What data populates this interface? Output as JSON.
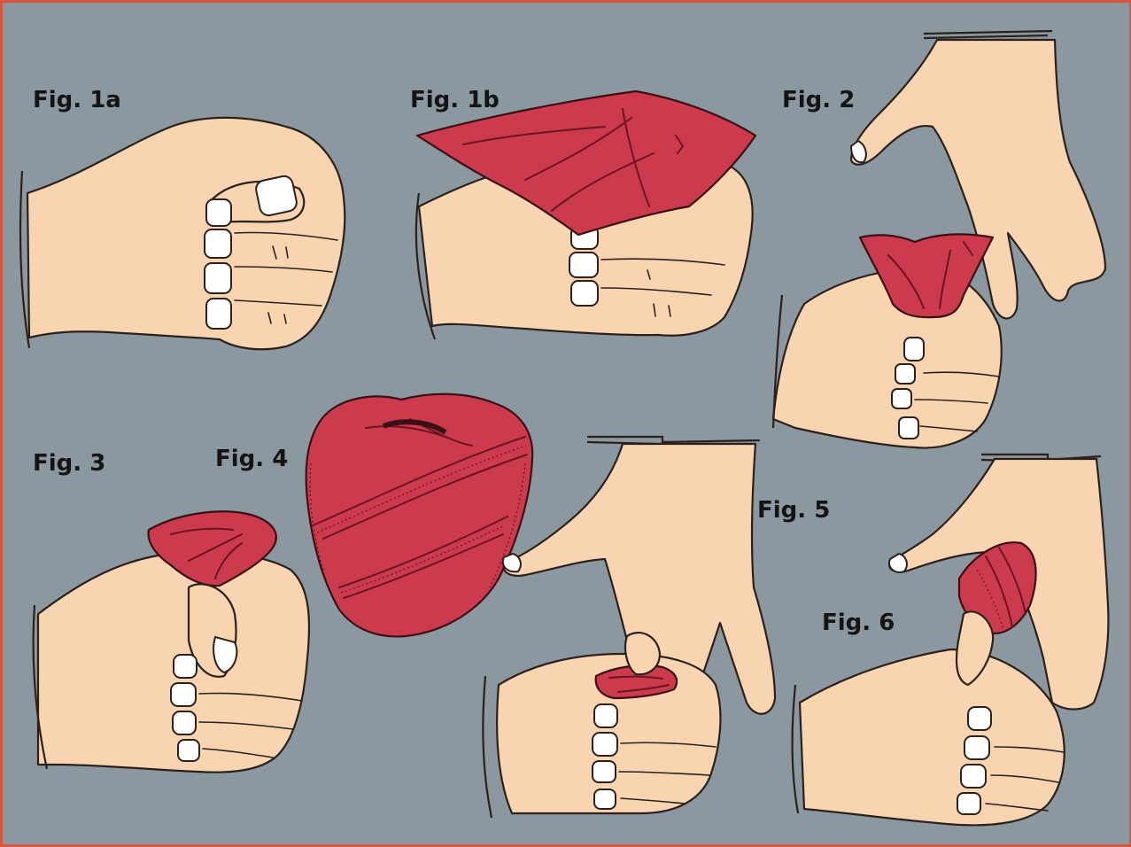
{
  "figures": {
    "fig1a": "Fig. 1a",
    "fig1b": "Fig. 1b",
    "fig2": "Fig. 2",
    "fig3": "Fig. 3",
    "fig4": "Fig. 4",
    "fig5": "Fig. 5",
    "fig6": "Fig. 6"
  },
  "colors": {
    "background": "#8c98a0",
    "border": "#d9553f",
    "skin": "#f8d5b0",
    "silk": "#cc3a4d",
    "outline": "#2a211c"
  }
}
